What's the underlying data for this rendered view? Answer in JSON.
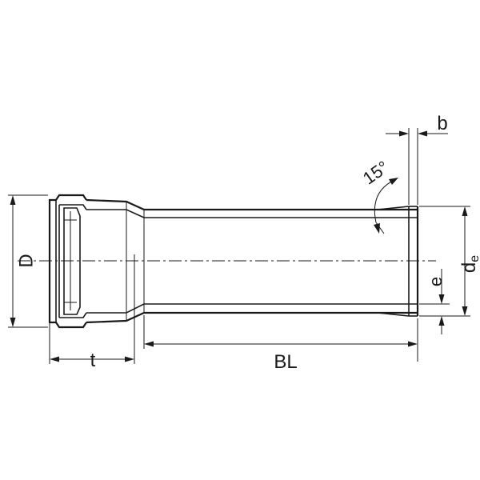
{
  "labels": {
    "b": "b",
    "angle": "15°",
    "D": "D",
    "de_main": "d",
    "de_sub": "e",
    "e": "e",
    "t": "t",
    "BL": "BL"
  },
  "colors": {
    "line": "#1a1a1a",
    "background": "#ffffff"
  }
}
